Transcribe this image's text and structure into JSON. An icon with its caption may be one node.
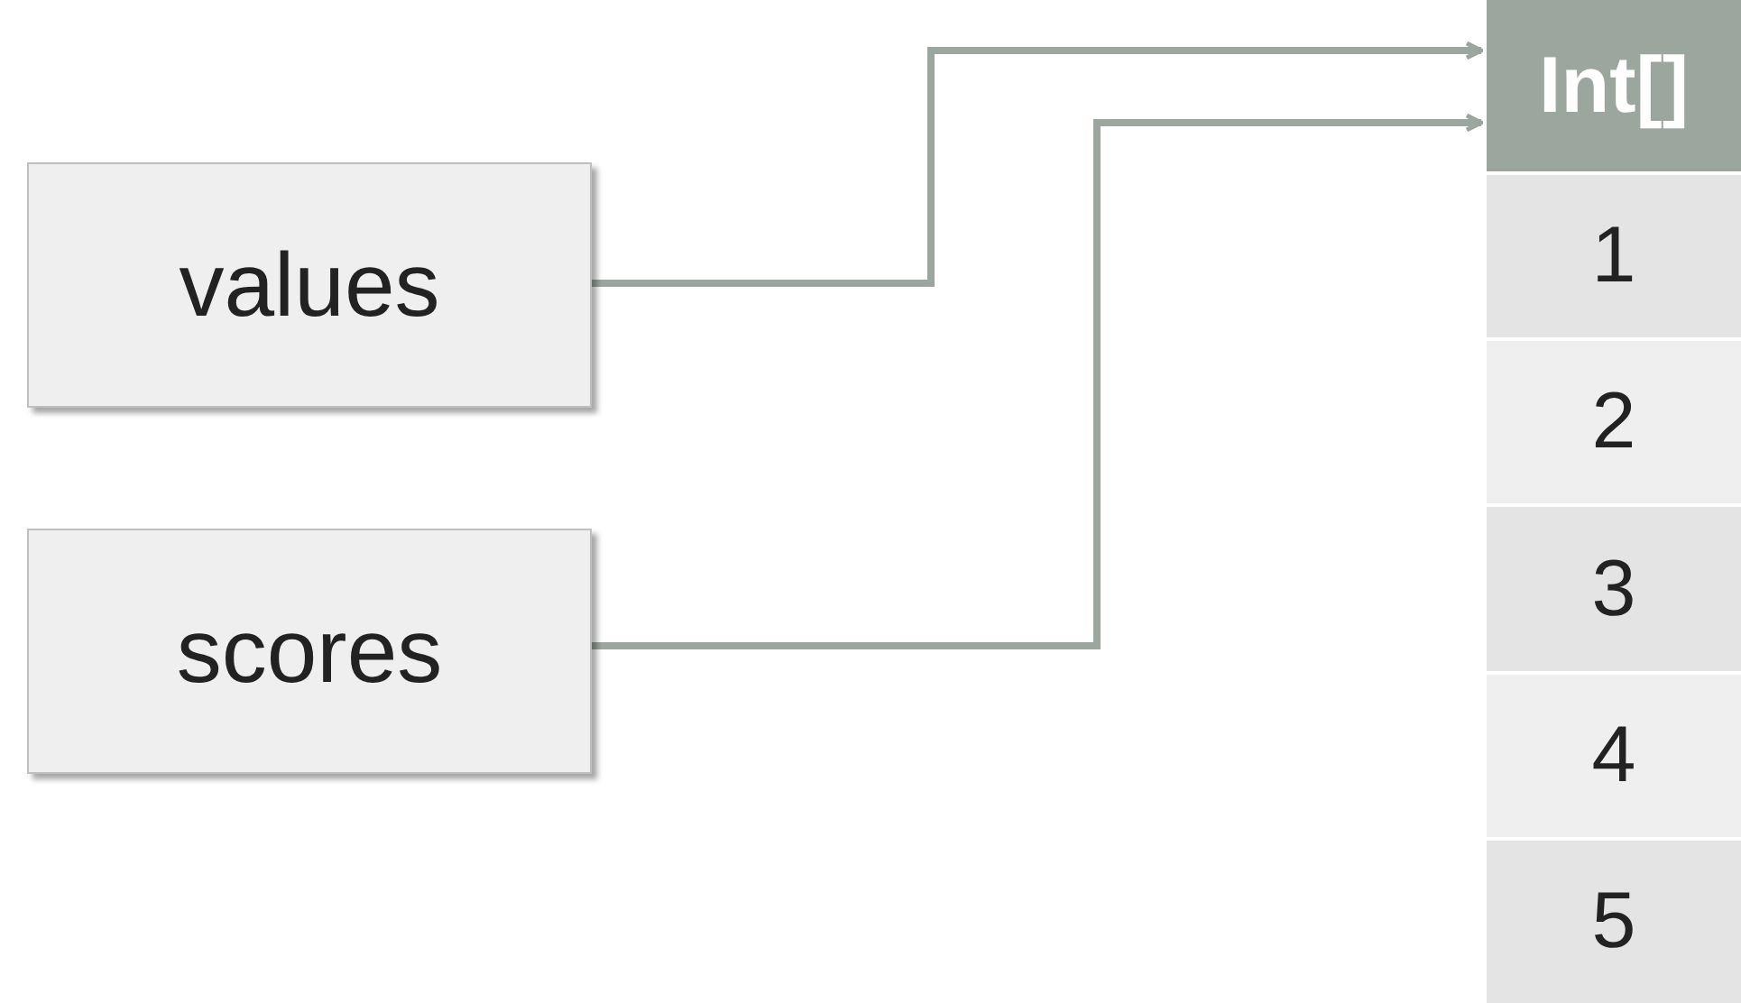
{
  "diagram": {
    "nodes": [
      {
        "text": [
          "values"
        ]
      },
      {
        "text": [
          "scores"
        ]
      },
      {
        "text": [
          "Int[]"
        ]
      },
      {
        "text": [
          "1"
        ]
      },
      {
        "text": [
          "2"
        ]
      },
      {
        "text": [
          "3"
        ]
      },
      {
        "text": [
          "4"
        ]
      },
      {
        "text": [
          "5"
        ]
      }
    ],
    "edges": [
      {
        "from": 0,
        "to": 2,
        "arrow": "to"
      },
      {
        "from": 1,
        "to": 2,
        "arrow": "to"
      }
    ]
  }
}
